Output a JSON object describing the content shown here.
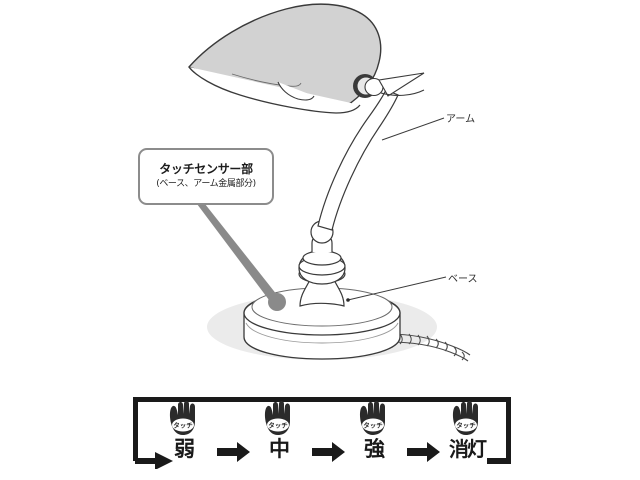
{
  "diagram": {
    "title": "touch-sensor-desk-lamp",
    "callout": {
      "title": "タッチセンサー部",
      "subtitle": "(ベース、アーム金属部分)"
    },
    "labels": [
      {
        "id": "arm",
        "text": "アーム"
      },
      {
        "id": "base",
        "text": "ベース"
      }
    ],
    "parts": [
      {
        "name": "lamp-shade",
        "icon": "lamp-shade-icon"
      },
      {
        "name": "lamp-arm",
        "icon": "lamp-arm-icon"
      },
      {
        "name": "lamp-base",
        "icon": "lamp-base-icon"
      },
      {
        "name": "power-cord",
        "icon": "power-cord-icon"
      },
      {
        "name": "pivot-knob",
        "icon": "pivot-knob-icon"
      },
      {
        "name": "floor-shadow",
        "icon": "shadow-ellipse-icon"
      }
    ]
  },
  "sequence_panel": {
    "hand_label": "タッチ",
    "arrow": "➔",
    "steps": [
      {
        "id": "step-1",
        "hand": "タッチ",
        "label": "弱"
      },
      {
        "id": "step-2",
        "hand": "タッチ",
        "label": "中"
      },
      {
        "id": "step-3",
        "hand": "タッチ",
        "label": "強"
      },
      {
        "id": "step-4",
        "hand": "タッチ",
        "label": "消灯"
      }
    ]
  },
  "colors": {
    "shade_fill": "#d2d2d2",
    "outline": "#3a3a3a",
    "callout_border": "#8c8c8c",
    "leader_gray": "#8a8a8a",
    "shadow": "#ebebeb",
    "panel_ink": "#1a1a1a",
    "background": "#ffffff"
  }
}
